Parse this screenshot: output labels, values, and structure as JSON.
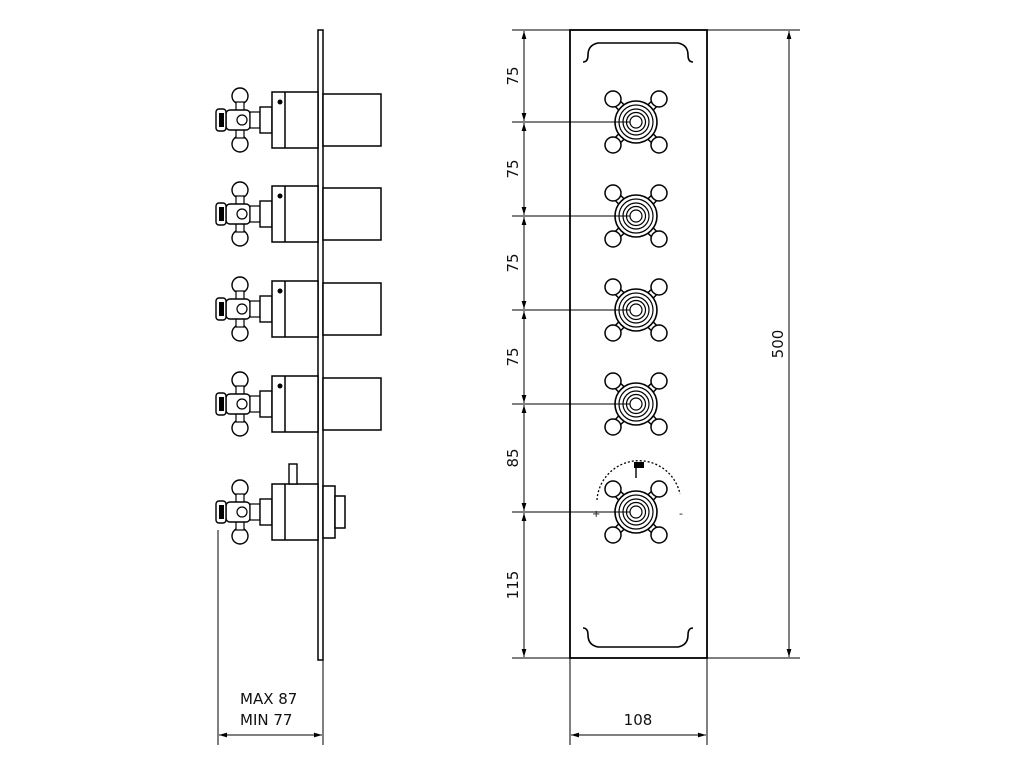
{
  "side_view": {
    "depth_label_max": "MAX 87",
    "depth_label_min": "MIN 77",
    "valve_count": 5
  },
  "front_view": {
    "spacing_labels": [
      "75",
      "75",
      "75",
      "75",
      "85",
      "115"
    ],
    "height_label": "500",
    "width_label": "108",
    "thermostat_scale": {
      "hot_mark": "+",
      "cold_mark": "-"
    }
  },
  "colors": {
    "line": "#000000",
    "background": "#ffffff"
  }
}
